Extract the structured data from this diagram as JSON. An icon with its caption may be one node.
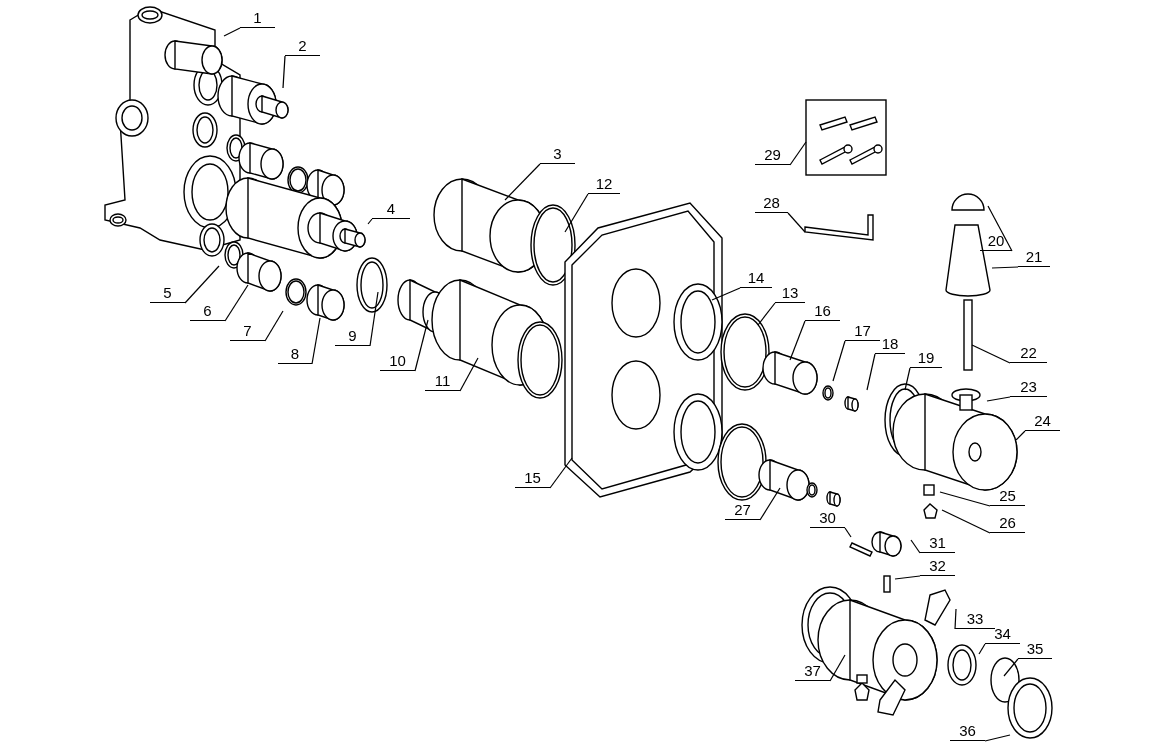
{
  "diagram": {
    "nodes": [
      {
        "text": [
          "1"
        ]
      },
      {
        "text": [
          "2"
        ]
      },
      {
        "text": [
          "3"
        ]
      },
      {
        "text": [
          "4"
        ]
      },
      {
        "text": [
          "5"
        ]
      },
      {
        "text": [
          "6"
        ]
      },
      {
        "text": [
          "7"
        ]
      },
      {
        "text": [
          "8"
        ]
      },
      {
        "text": [
          "9"
        ]
      },
      {
        "text": [
          "10"
        ]
      },
      {
        "text": [
          "11"
        ]
      },
      {
        "text": [
          "12"
        ]
      },
      {
        "text": [
          "13"
        ]
      },
      {
        "text": [
          "14"
        ]
      },
      {
        "text": [
          "15"
        ]
      },
      {
        "text": [
          "16"
        ]
      },
      {
        "text": [
          "17"
        ]
      },
      {
        "text": [
          "18"
        ]
      },
      {
        "text": [
          "19"
        ]
      },
      {
        "text": [
          "20"
        ]
      },
      {
        "text": [
          "21"
        ]
      },
      {
        "text": [
          "22"
        ]
      },
      {
        "text": [
          "23"
        ]
      },
      {
        "text": [
          "24"
        ]
      },
      {
        "text": [
          "25"
        ]
      },
      {
        "text": [
          "26"
        ]
      },
      {
        "text": [
          "27"
        ]
      },
      {
        "text": [
          "28"
        ]
      },
      {
        "text": [
          "29"
        ]
      },
      {
        "text": [
          "30"
        ]
      },
      {
        "text": [
          "31"
        ]
      },
      {
        "text": [
          "32"
        ]
      },
      {
        "text": [
          "33"
        ]
      },
      {
        "text": [
          "34"
        ]
      },
      {
        "text": [
          "35"
        ]
      },
      {
        "text": [
          "36"
        ]
      },
      {
        "text": [
          "37"
        ]
      }
    ],
    "edges": [
      {
        "from": 0,
        "to": null,
        "arrow": "none"
      },
      {
        "from": 1,
        "to": null,
        "arrow": "none"
      },
      {
        "from": 2,
        "to": null,
        "arrow": "none"
      },
      {
        "from": 3,
        "to": null,
        "arrow": "none"
      },
      {
        "from": 4,
        "to": null,
        "arrow": "none"
      },
      {
        "from": 5,
        "to": null,
        "arrow": "none"
      },
      {
        "from": 6,
        "to": null,
        "arrow": "none"
      },
      {
        "from": 7,
        "to": null,
        "arrow": "none"
      },
      {
        "from": 8,
        "to": null,
        "arrow": "none"
      },
      {
        "from": 9,
        "to": null,
        "arrow": "none"
      },
      {
        "from": 10,
        "to": null,
        "arrow": "none"
      },
      {
        "from": 11,
        "to": null,
        "arrow": "none"
      },
      {
        "from": 12,
        "to": null,
        "arrow": "none"
      },
      {
        "from": 13,
        "to": null,
        "arrow": "none"
      },
      {
        "from": 14,
        "to": null,
        "arrow": "none"
      },
      {
        "from": 15,
        "to": null,
        "arrow": "none"
      },
      {
        "from": 16,
        "to": null,
        "arrow": "none"
      },
      {
        "from": 17,
        "to": null,
        "arrow": "none"
      },
      {
        "from": 18,
        "to": null,
        "arrow": "none"
      },
      {
        "from": 19,
        "to": null,
        "arrow": "none"
      },
      {
        "from": 20,
        "to": null,
        "arrow": "none"
      },
      {
        "from": 21,
        "to": null,
        "arrow": "none"
      },
      {
        "from": 22,
        "to": null,
        "arrow": "none"
      },
      {
        "from": 23,
        "to": null,
        "arrow": "none"
      },
      {
        "from": 24,
        "to": null,
        "arrow": "none"
      },
      {
        "from": 25,
        "to": null,
        "arrow": "none"
      },
      {
        "from": 26,
        "to": null,
        "arrow": "none"
      },
      {
        "from": 27,
        "to": null,
        "arrow": "none"
      },
      {
        "from": 28,
        "to": null,
        "arrow": "none"
      },
      {
        "from": 29,
        "to": null,
        "arrow": "none"
      },
      {
        "from": 30,
        "to": null,
        "arrow": "none"
      },
      {
        "from": 31,
        "to": null,
        "arrow": "none"
      },
      {
        "from": 32,
        "to": null,
        "arrow": "none"
      },
      {
        "from": 33,
        "to": null,
        "arrow": "none"
      },
      {
        "from": 34,
        "to": null,
        "arrow": "none"
      },
      {
        "from": 35,
        "to": null,
        "arrow": "none"
      },
      {
        "from": 36,
        "to": null,
        "arrow": "none"
      }
    ]
  }
}
